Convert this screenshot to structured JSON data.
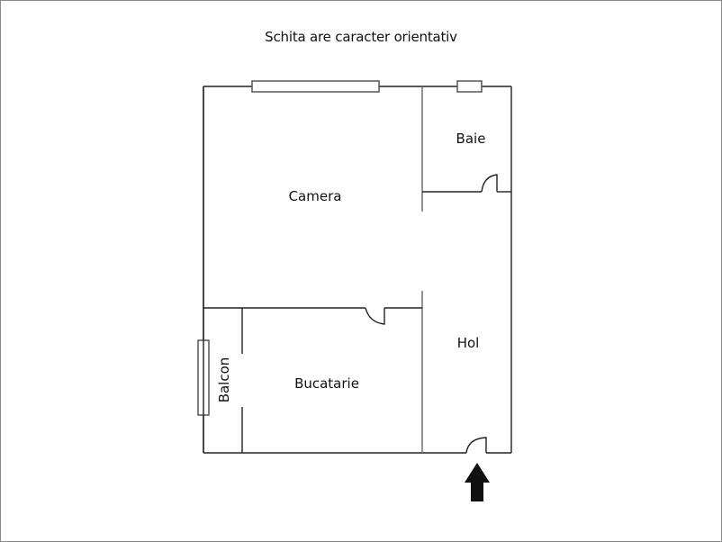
{
  "title": "Schita are caracter orientativ",
  "rooms": {
    "camera": "Camera",
    "baie": "Baie",
    "hol": "Hol",
    "bucatarie": "Bucatarie",
    "balcon": "Balcon"
  },
  "icons": {
    "entrance_arrow": "arrow-up"
  },
  "colors": {
    "wall": "#222222",
    "window": "#555555",
    "frame": "#8a8a8a",
    "arrow": "#111111"
  }
}
